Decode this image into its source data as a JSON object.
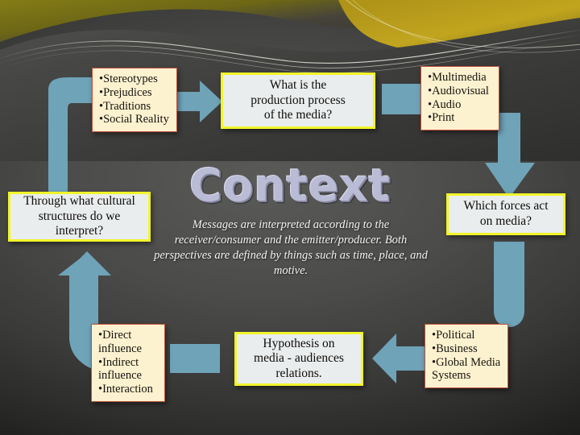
{
  "slide": {
    "title": "Context",
    "blurb": "Messages are interpreted according to the receiver/consumer  and the emitter/producer. Both perspectives are defined by things such as time, place, and motive.",
    "background_color": "#4b4b4a",
    "accent_arrow_color": "#6FA3B8",
    "cream_box_color": "#FCF2D0",
    "cream_box_border_color": "#C0503A",
    "question_box_color": "#E9EDEE",
    "question_box_border_color": "#F2F52A",
    "title_color": "#b9bcd4",
    "deco_olive_color": "#8d8317",
    "deco_gold_color": "#c9a61b"
  },
  "boxes": {
    "influences": {
      "items": [
        "Stereotypes",
        "Prejudices",
        "Traditions",
        "Social Reality"
      ]
    },
    "production_question": {
      "lines": [
        "What is the",
        "production process",
        "of the media?"
      ]
    },
    "media_types": {
      "items": [
        "Multimedia",
        "Audiovisual",
        "Audio",
        "Print"
      ]
    },
    "forces_question": {
      "lines": [
        "Which forces act",
        "on media?"
      ]
    },
    "forces_list": {
      "items": [
        "Political",
        "Business",
        "Global Media Systems"
      ]
    },
    "hypothesis_question": {
      "lines": [
        "Hypothesis on",
        "media -  audiences",
        "relations."
      ]
    },
    "effects_list": {
      "items": [
        "Direct influence",
        "Indirect influence",
        "Interaction"
      ]
    },
    "cultural_question": {
      "lines": [
        "Through what cultural",
        "structures do we",
        "interpret?"
      ]
    }
  },
  "connectors": [
    {
      "name": "arrow-influences-to-production",
      "direction": "right"
    },
    {
      "name": "connector-production-to-media-types",
      "direction": "right"
    },
    {
      "name": "arrow-media-types-to-forces",
      "direction": "down"
    },
    {
      "name": "connector-forces-question-to-forces-list",
      "direction": "down"
    },
    {
      "name": "arrow-forces-list-to-hypothesis",
      "direction": "left"
    },
    {
      "name": "connector-hypothesis-to-effects",
      "direction": "left"
    },
    {
      "name": "arrow-effects-to-cultural",
      "direction": "up"
    },
    {
      "name": "connector-cultural-to-influences",
      "direction": "up"
    }
  ]
}
